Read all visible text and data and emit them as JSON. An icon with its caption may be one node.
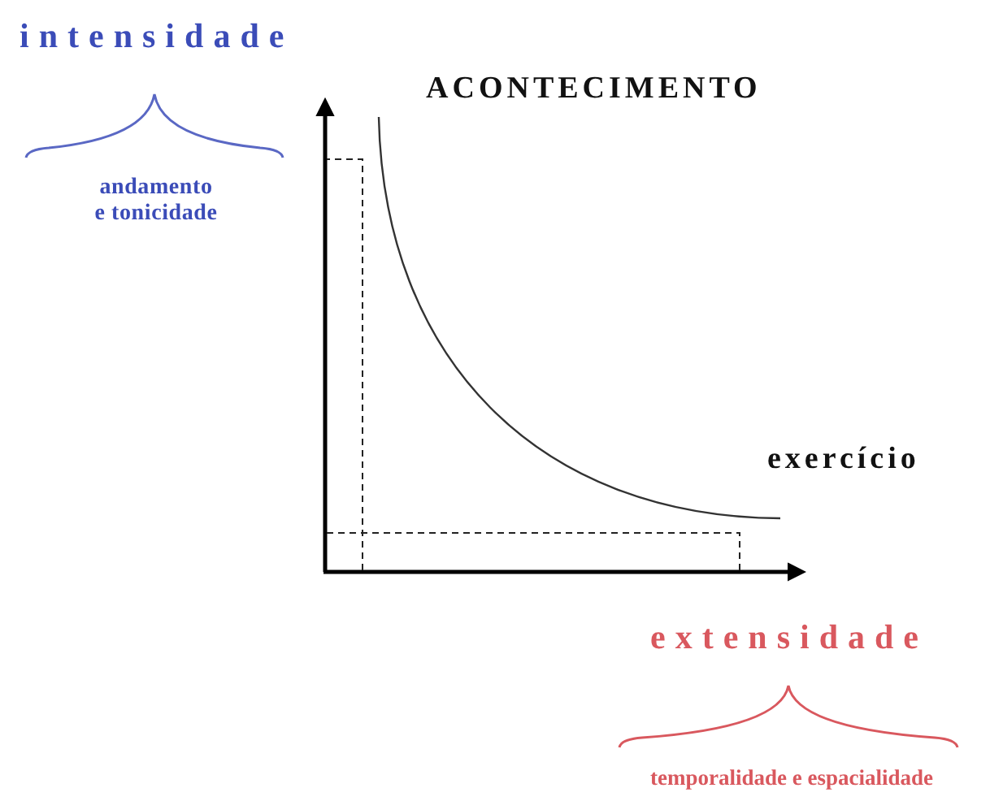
{
  "diagram": {
    "labels": [
      "intensidade",
      "ACONTECIMENTO",
      "andamento e tonicidade",
      "exercício",
      "extensidade",
      "temporalidade e espacialidade"
    ]
  }
}
